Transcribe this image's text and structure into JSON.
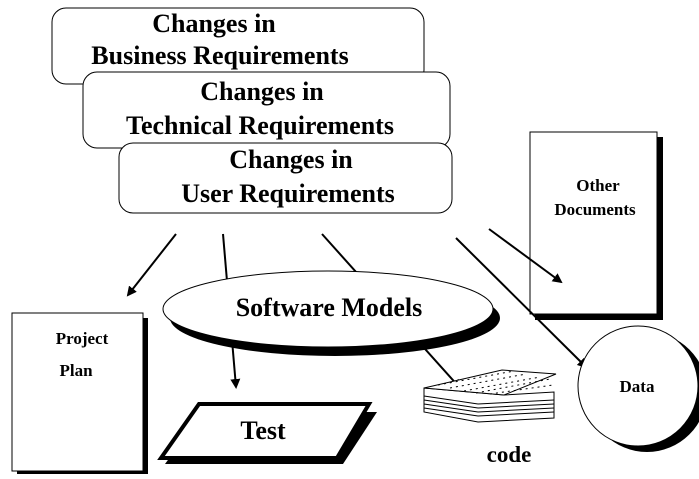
{
  "boxes": {
    "business": {
      "line1": "Changes in",
      "line2": "Business Requirements"
    },
    "technical": {
      "line1": "Changes in",
      "line2": "Technical Requirements"
    },
    "user": {
      "line1": "Changes in",
      "line2": "User Requirements"
    }
  },
  "models": {
    "label": "Software Models"
  },
  "documents": {
    "other": {
      "line1": "Other",
      "line2": "Documents"
    },
    "project_plan": {
      "line1": "Project",
      "line2": "Plan"
    }
  },
  "outputs": {
    "test": "Test",
    "code": "code",
    "data": "Data"
  },
  "colors": {
    "stroke": "#000000",
    "fill": "#ffffff",
    "shadow": "#000000"
  }
}
